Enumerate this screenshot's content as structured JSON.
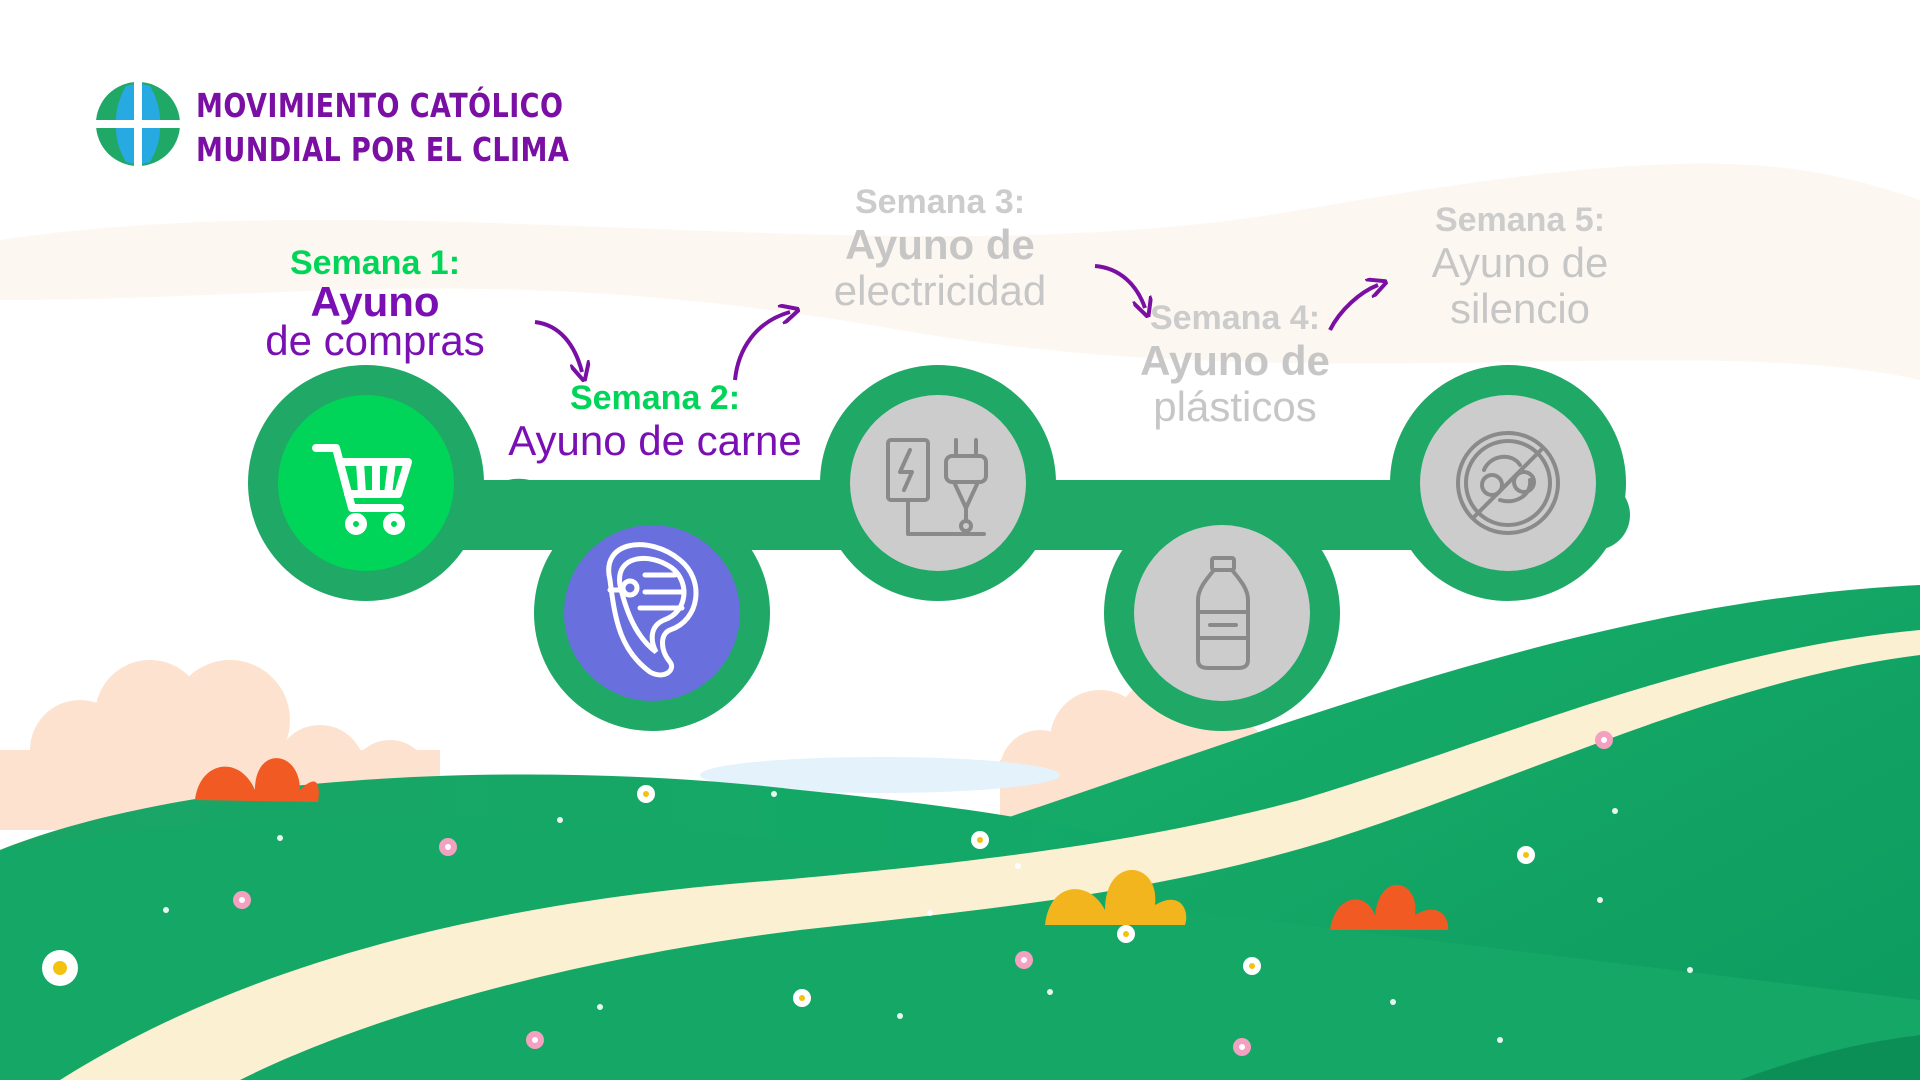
{
  "logo": {
    "line1": "MOVIMIENTO CATÓLICO",
    "line2": "MUNDIAL POR EL CLIMA",
    "icon": "globe-icon"
  },
  "steps": [
    {
      "week": "Semana 1:",
      "title_a": "Ayuno",
      "title_b": "de compras",
      "icon": "shopping-cart-icon",
      "status": "active",
      "fill": "#00d559"
    },
    {
      "week": "Semana 2:",
      "title_a": "Ayuno de carne",
      "icon": "meat-steak-icon",
      "status": "active",
      "fill": "#6a6fde"
    },
    {
      "week": "Semana 3:",
      "title_a": "Ayuno de",
      "title_b": "electricidad",
      "icon": "power-plug-icon",
      "status": "inactive",
      "fill": "#cccccc"
    },
    {
      "week": "Semana 4:",
      "title_a": "Ayuno de",
      "title_b": "plásticos",
      "icon": "plastic-bottle-icon",
      "status": "inactive",
      "fill": "#cccccc"
    },
    {
      "week": "Semana 5:",
      "title_a": "Ayuno de",
      "title_b": "silencio",
      "icon": "no-talking-icon",
      "status": "inactive",
      "fill": "#cccccc"
    }
  ],
  "colors": {
    "brand_purple": "#7a0fa3",
    "brand_green": "#1fa866",
    "active_week": "#00d559",
    "inactive_text": "#c6c6c6",
    "hill_green": "#13a765",
    "path_cream": "#fbf0d2"
  }
}
